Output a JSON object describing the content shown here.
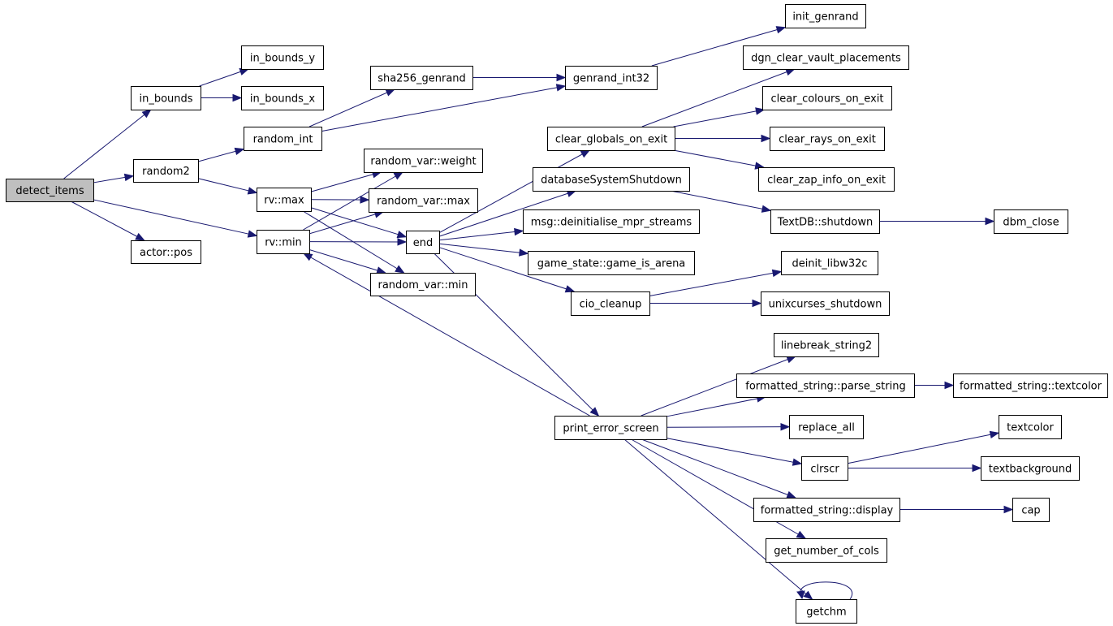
{
  "graph": {
    "nodes": {
      "detect_items": "detect_items",
      "in_bounds": "in_bounds",
      "in_bounds_y": "in_bounds_y",
      "in_bounds_x": "in_bounds_x",
      "random2": "random2",
      "actor_pos": "actor::pos",
      "random_int": "random_int",
      "sha256_genrand": "sha256_genrand",
      "genrand_int32": "genrand_int32",
      "init_genrand": "init_genrand",
      "rv_max": "rv::max",
      "rv_min": "rv::min",
      "random_var_weight": "random_var::weight",
      "random_var_max": "random_var::max",
      "random_var_min": "random_var::min",
      "end": "end",
      "clear_globals_on_exit": "clear_globals_on_exit",
      "dgn_clear_vault_placements": "dgn_clear_vault_placements",
      "clear_colours_on_exit": "clear_colours_on_exit",
      "clear_rays_on_exit": "clear_rays_on_exit",
      "clear_zap_info_on_exit": "clear_zap_info_on_exit",
      "databaseSystemShutdown": "databaseSystemShutdown",
      "textdb_shutdown": "TextDB::shutdown",
      "dbm_close": "dbm_close",
      "msg_deinitialise": "msg::deinitialise_mpr_streams",
      "game_is_arena": "game_state::game_is_arena",
      "cio_cleanup": "cio_cleanup",
      "deinit_libw32c": "deinit_libw32c",
      "unixcurses_shutdown": "unixcurses_shutdown",
      "print_error_screen": "print_error_screen",
      "linebreak_string2": "linebreak_string2",
      "parse_string": "formatted_string::parse_string",
      "textcolor_fs": "formatted_string::textcolor",
      "replace_all": "replace_all",
      "clrscr": "clrscr",
      "textcolor": "textcolor",
      "textbackground": "textbackground",
      "fs_display": "formatted_string::display",
      "cap": "cap",
      "get_number_of_cols": "get_number_of_cols",
      "getchm": "getchm"
    },
    "edges": [
      [
        "detect_items",
        "in_bounds"
      ],
      [
        "detect_items",
        "random2"
      ],
      [
        "detect_items",
        "rv_min"
      ],
      [
        "detect_items",
        "actor_pos"
      ],
      [
        "in_bounds",
        "in_bounds_y"
      ],
      [
        "in_bounds",
        "in_bounds_x"
      ],
      [
        "random2",
        "random_int"
      ],
      [
        "random2",
        "rv_max"
      ],
      [
        "random_int",
        "sha256_genrand"
      ],
      [
        "random_int",
        "genrand_int32"
      ],
      [
        "sha256_genrand",
        "genrand_int32"
      ],
      [
        "genrand_int32",
        "init_genrand"
      ],
      [
        "rv_max",
        "random_var_weight"
      ],
      [
        "rv_max",
        "random_var_max"
      ],
      [
        "rv_max",
        "end"
      ],
      [
        "rv_max",
        "random_var_min"
      ],
      [
        "rv_min",
        "random_var_weight"
      ],
      [
        "rv_min",
        "random_var_max"
      ],
      [
        "rv_min",
        "end"
      ],
      [
        "rv_min",
        "random_var_min"
      ],
      [
        "end",
        "clear_globals_on_exit"
      ],
      [
        "end",
        "databaseSystemShutdown"
      ],
      [
        "end",
        "msg_deinitialise"
      ],
      [
        "end",
        "game_is_arena"
      ],
      [
        "end",
        "cio_cleanup"
      ],
      [
        "end",
        "print_error_screen"
      ],
      [
        "clear_globals_on_exit",
        "dgn_clear_vault_placements"
      ],
      [
        "clear_globals_on_exit",
        "clear_colours_on_exit"
      ],
      [
        "clear_globals_on_exit",
        "clear_rays_on_exit"
      ],
      [
        "clear_globals_on_exit",
        "clear_zap_info_on_exit"
      ],
      [
        "databaseSystemShutdown",
        "textdb_shutdown"
      ],
      [
        "textdb_shutdown",
        "dbm_close"
      ],
      [
        "cio_cleanup",
        "deinit_libw32c"
      ],
      [
        "cio_cleanup",
        "unixcurses_shutdown"
      ],
      [
        "print_error_screen",
        "rv_min"
      ],
      [
        "print_error_screen",
        "linebreak_string2"
      ],
      [
        "print_error_screen",
        "parse_string"
      ],
      [
        "print_error_screen",
        "replace_all"
      ],
      [
        "print_error_screen",
        "clrscr"
      ],
      [
        "print_error_screen",
        "fs_display"
      ],
      [
        "print_error_screen",
        "get_number_of_cols"
      ],
      [
        "print_error_screen",
        "getchm"
      ],
      [
        "parse_string",
        "textcolor_fs"
      ],
      [
        "clrscr",
        "textcolor"
      ],
      [
        "clrscr",
        "textbackground"
      ],
      [
        "fs_display",
        "cap"
      ],
      [
        "getchm",
        "getchm"
      ]
    ]
  }
}
